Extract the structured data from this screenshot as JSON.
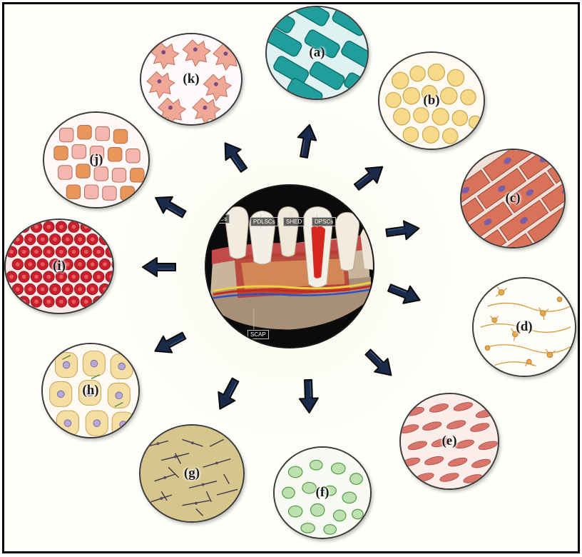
{
  "figure": {
    "center_tags": [
      "SCs",
      "PDLSCs",
      "SHED",
      "DPSCs",
      "SCAP"
    ]
  },
  "cells": [
    {
      "label": "(a)",
      "icon": "muscle-cell-icon"
    },
    {
      "label": "(b)",
      "icon": "adipocyte-icon"
    },
    {
      "label": "(c)",
      "icon": "cardiomyocyte-icon"
    },
    {
      "label": "(d)",
      "icon": "neuron-icon"
    },
    {
      "label": "(e)",
      "icon": "smooth-muscle-cell-icon"
    },
    {
      "label": "(f)",
      "icon": "chondrocyte-icon"
    },
    {
      "label": "(g)",
      "icon": "osteoblast-icon"
    },
    {
      "label": "(h)",
      "icon": "pancreatic-cell-icon"
    },
    {
      "label": "(i)",
      "icon": "red-blood-cell-icon"
    },
    {
      "label": "(j)",
      "icon": "hepatocyte-icon"
    },
    {
      "label": "(k)",
      "icon": "osteoclast-icon"
    }
  ]
}
